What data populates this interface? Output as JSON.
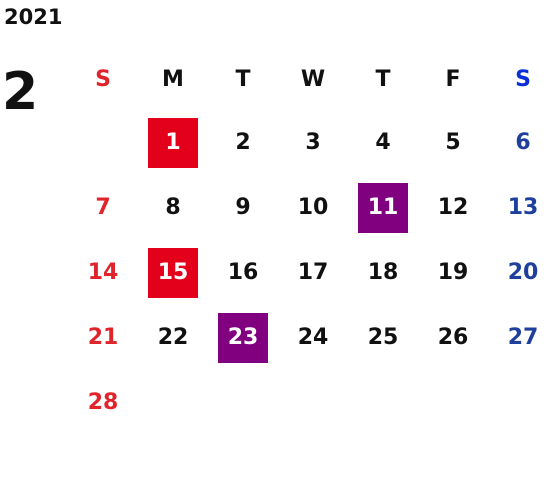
{
  "year": "2021",
  "month": "2",
  "weekdays": [
    "S",
    "M",
    "T",
    "W",
    "T",
    "F",
    "S"
  ],
  "weeks": [
    [
      "",
      "1",
      "2",
      "3",
      "4",
      "5",
      "6"
    ],
    [
      "7",
      "8",
      "9",
      "10",
      "11",
      "12",
      "13"
    ],
    [
      "14",
      "15",
      "16",
      "17",
      "18",
      "19",
      "20"
    ],
    [
      "21",
      "22",
      "23",
      "24",
      "25",
      "26",
      "27"
    ],
    [
      "28",
      "",
      "",
      "",
      "",
      "",
      ""
    ]
  ],
  "colors": {
    "sunday": "#e0242c",
    "saturday": "#1f3f9c",
    "holiday_red": "#e3001b",
    "highlight_purple": "#800080"
  },
  "highlights": {
    "red": [
      "1",
      "15"
    ],
    "purple": [
      "11",
      "23"
    ]
  }
}
